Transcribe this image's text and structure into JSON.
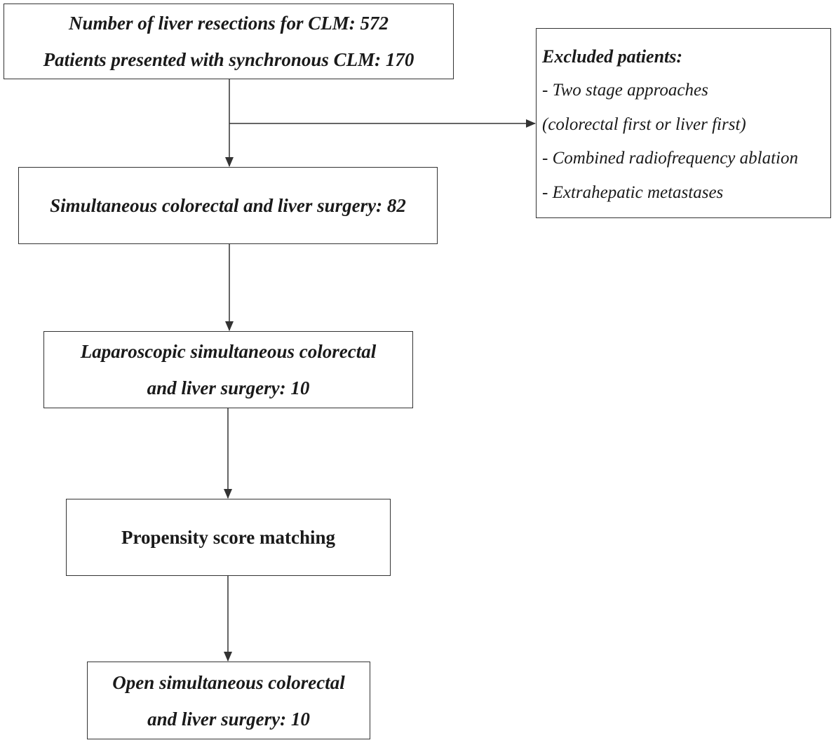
{
  "boxes": {
    "total": {
      "line1": "Number of liver resections for CLM: 572",
      "line2": "Patients presented with synchronous CLM: 170"
    },
    "simultaneous": {
      "line1": "Simultaneous colorectal and liver surgery: 82"
    },
    "laparoscopic": {
      "line1": "Laparoscopic simultaneous colorectal",
      "line2": "and liver surgery: 10"
    },
    "propensity": {
      "line1": "Propensity score matching"
    },
    "open": {
      "line1": "Open simultaneous colorectal",
      "line2": "and liver surgery: 10"
    }
  },
  "excluded": {
    "title": "Excluded patients:",
    "items": [
      "- Two stage approaches",
      "(colorectal first or liver first)",
      "- Combined radiofrequency ablation",
      "- Extrahepatic metastases"
    ]
  }
}
